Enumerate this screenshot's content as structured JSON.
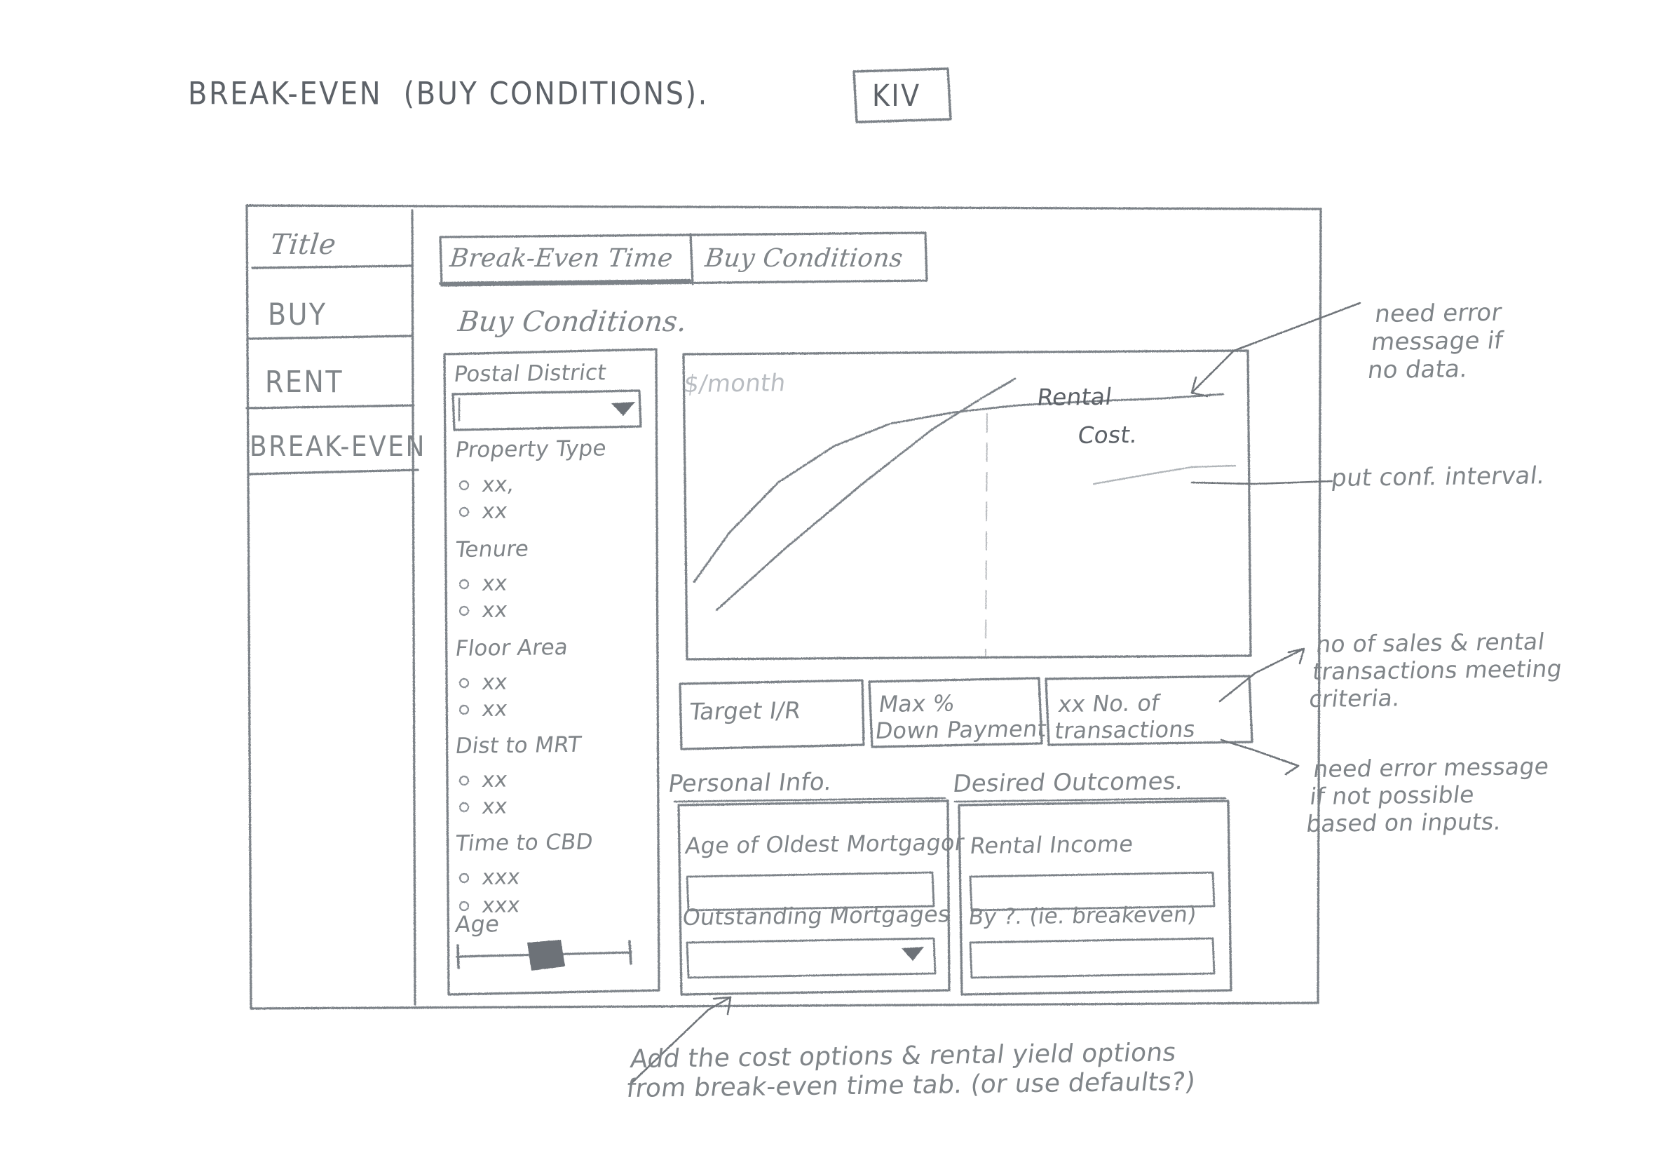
{
  "page": {
    "title": "BREAK-EVEN  (BUY CONDITIONS).",
    "title_badge": "KIV",
    "paper_color": "#ffffff",
    "pencil_color": "#70757c"
  },
  "sidebar": {
    "items": [
      {
        "label": "Title"
      },
      {
        "label": "BUY"
      },
      {
        "label": "RENT"
      },
      {
        "label": "BREAK-EVEN"
      }
    ]
  },
  "tabs": [
    {
      "label": "Break-Even Time",
      "active": false
    },
    {
      "label": "Buy Conditions",
      "active": true
    }
  ],
  "main": {
    "heading": "Buy Conditions."
  },
  "filters": {
    "postal_district": {
      "label": "Postal District",
      "control": "dropdown",
      "value": "",
      "placeholder": ""
    },
    "groups": [
      {
        "label": "Property Type",
        "options": [
          "xx,",
          "xx"
        ]
      },
      {
        "label": "Tenure",
        "options": [
          "xx",
          "xx"
        ]
      },
      {
        "label": "Floor Area",
        "options": [
          "xx",
          "xx"
        ]
      },
      {
        "label": "Dist to MRT",
        "options": [
          "xx",
          "xx"
        ]
      },
      {
        "label": "Time to CBD",
        "options": [
          "xxx",
          "xxx"
        ]
      }
    ],
    "age_slider": {
      "label": "Age",
      "handle_position_pct": 48
    }
  },
  "chart_data": {
    "type": "line",
    "title": "",
    "ylabel": "$/month",
    "xlabel": "",
    "series": [
      {
        "name": "Rental",
        "shape": "concave-rising"
      },
      {
        "name": "Cost",
        "shape": "straight-rising"
      }
    ],
    "annotations": [
      {
        "text": "Rental",
        "target": "rental-curve"
      },
      {
        "text": "Cost.",
        "target": "cost-line"
      }
    ],
    "breakeven_marker": {
      "style": "dashed-vertical",
      "x_pct": 58
    },
    "grid": false,
    "legend": "inline-labels"
  },
  "metrics": [
    {
      "label": "Target I/R"
    },
    {
      "label": "Max %\nDown Payment"
    },
    {
      "label": "xx No. of\ntransactions"
    }
  ],
  "personal_info": {
    "heading": "Personal Info.",
    "fields": [
      {
        "label": "Age of Oldest Mortgagor",
        "control": "text",
        "value": ""
      },
      {
        "label": "Outstanding Mortgages",
        "control": "dropdown",
        "value": ""
      }
    ]
  },
  "desired_outcomes": {
    "heading": "Desired Outcomes.",
    "fields": [
      {
        "label": "Rental Income",
        "control": "text",
        "value": ""
      },
      {
        "label": "By ?. (ie. breakeven)",
        "control": "text",
        "value": ""
      }
    ]
  },
  "annotations": {
    "no_data": "need error\nmessage if\nno data.",
    "conf_interval": "put conf. interval.",
    "transactions": "no of sales & rental\ntransactions meeting\ncriteria.",
    "not_possible": "need error message\nif not possible\nbased on inputs.",
    "bottom": "Add the cost options & rental yield options\nfrom break-even time tab. (or use defaults?)"
  }
}
